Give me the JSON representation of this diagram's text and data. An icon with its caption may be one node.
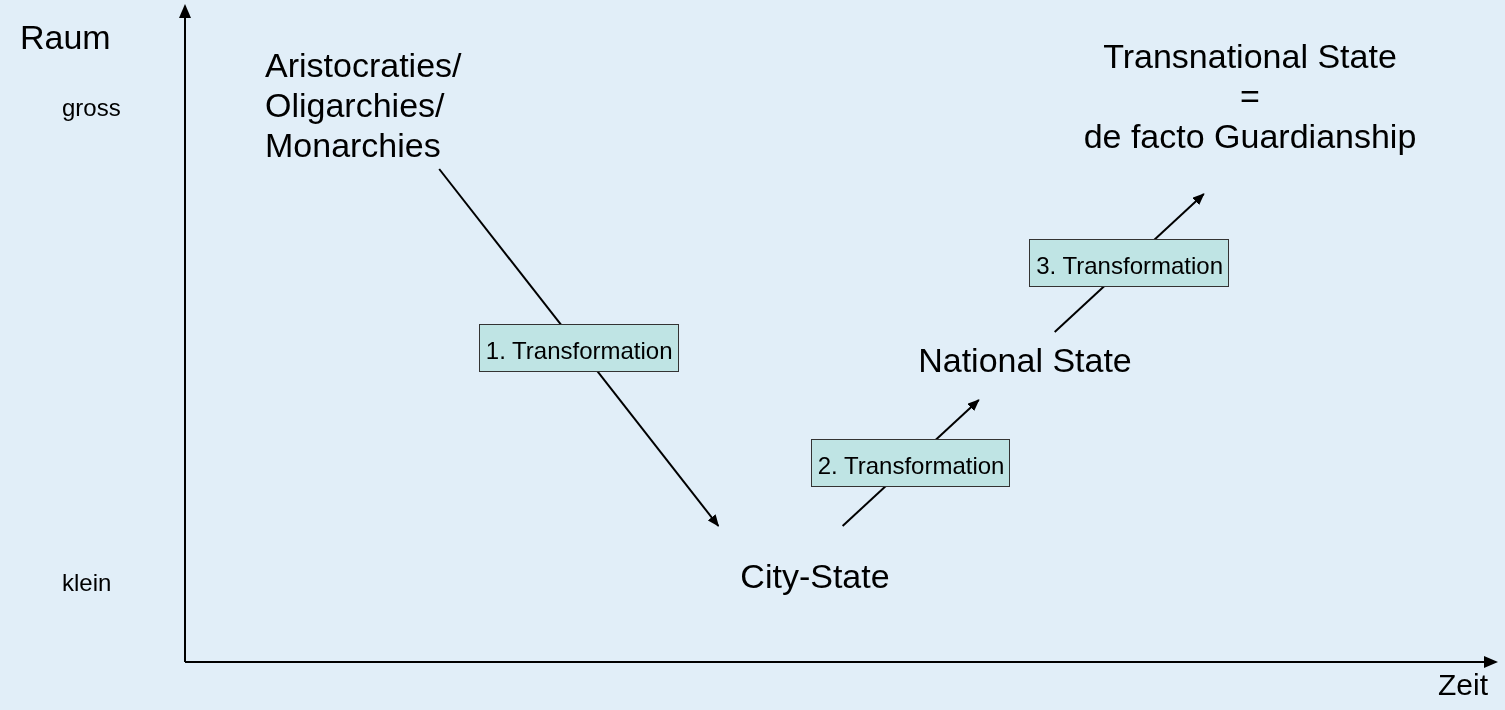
{
  "diagram": {
    "nodes": [
      {
        "text": [
          "Aristocraties/ Oligarchies/ Monarchies"
        ]
      },
      {
        "text": [
          "City-State"
        ]
      },
      {
        "text": [
          "National State"
        ]
      },
      {
        "text": [
          "Transnational State",
          "=",
          "de facto Guardianship"
        ]
      }
    ],
    "edges": [
      {
        "from": 0,
        "to": 1,
        "arrow": "to",
        "label": "1. Transformation"
      },
      {
        "from": 1,
        "to": 2,
        "arrow": "to",
        "label": "2. Transformation"
      },
      {
        "from": 2,
        "to": 3,
        "arrow": "to",
        "label": "3. Transformation"
      }
    ],
    "labels": [
      "Raum",
      "gross",
      "klein",
      "Zeit"
    ]
  }
}
